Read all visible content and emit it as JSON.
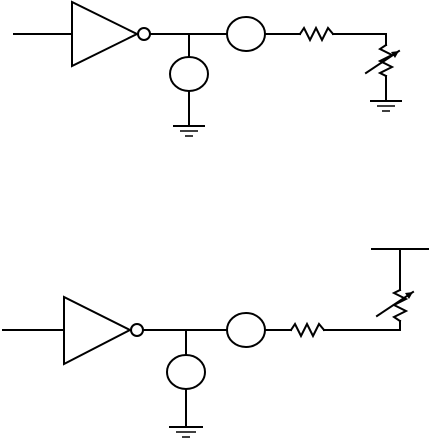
{
  "diagram": {
    "stroke_color": "#000000",
    "background": "#ffffff",
    "circuits": [
      {
        "id": "circuit-top",
        "components": [
          "input-line",
          "inverter",
          "junction-wire",
          "shunt-circle-source",
          "series-circle-source",
          "resistor",
          "variable-resistor",
          "ground",
          "ground"
        ]
      },
      {
        "id": "circuit-bottom",
        "components": [
          "input-line",
          "inverter",
          "junction-wire",
          "shunt-circle-source",
          "series-circle-source",
          "resistor",
          "variable-resistor",
          "supply-rail",
          "ground"
        ]
      }
    ]
  }
}
